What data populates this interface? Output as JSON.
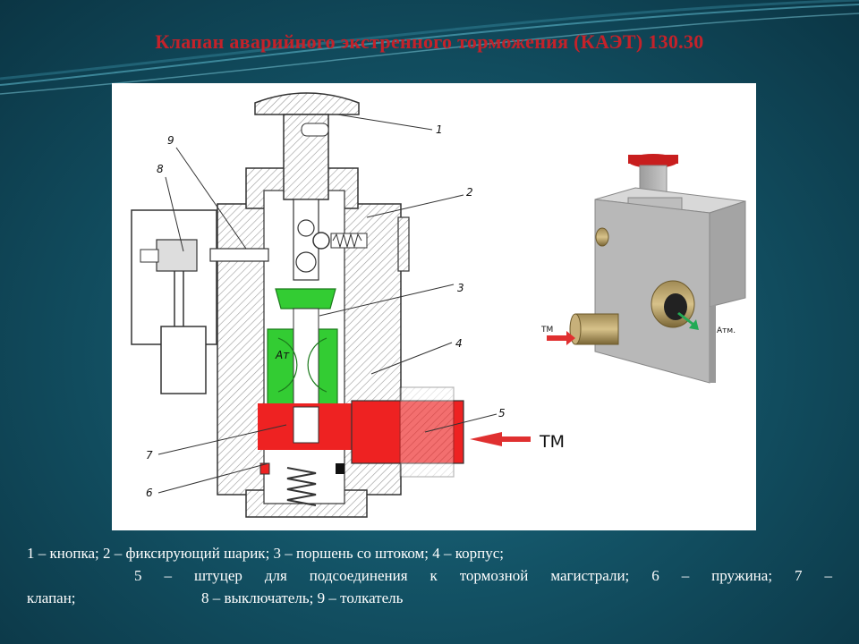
{
  "slide": {
    "title": "Клапан аварийного экстренного торможения (КАЭТ) 130.30"
  },
  "figure": {
    "callouts": [
      "1",
      "2",
      "3",
      "4",
      "5",
      "6",
      "7",
      "8",
      "9"
    ],
    "section_labels": {
      "piston_label": "Ат",
      "inlet_arrow_label": "ТМ"
    },
    "photo_labels": {
      "inlet": "ТМ",
      "outlet": "Атм."
    },
    "colors": {
      "piston": "#33cc33",
      "inlet": "#ee2222",
      "body_hatch": "#9a9a9a"
    }
  },
  "caption": {
    "line1": "1 – кнопка; 2 – фиксирующий шарик; 3 – поршень со штоком; 4 – корпус;",
    "line2": "5 – штуцер для подсоединения к тормозной магистрали; 6 – пружина; 7 –",
    "line3_a": "клапан;",
    "line3_b": "8 – выключатель; 9 – толкатель"
  }
}
